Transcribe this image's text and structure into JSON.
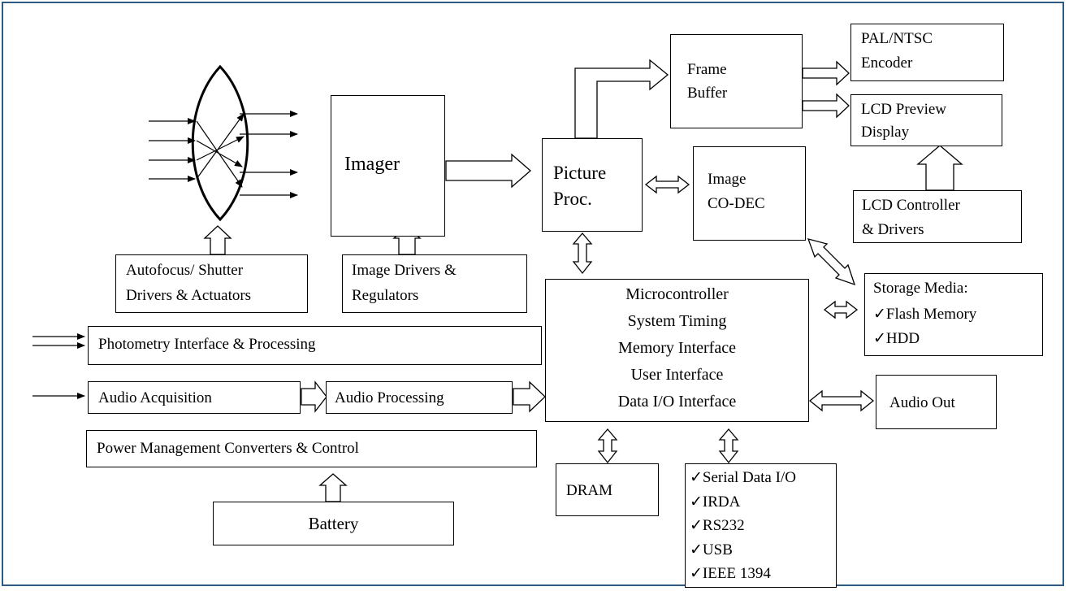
{
  "blocks": {
    "imager": "Imager",
    "picture_proc": [
      "Picture",
      "Proc."
    ],
    "frame_buffer": [
      "Frame",
      "Buffer"
    ],
    "pal_ntsc": [
      "PAL/NTSC",
      "Encoder"
    ],
    "lcd_preview": [
      "LCD  Preview",
      "Display"
    ],
    "image_codec": [
      "Image",
      "CO-DEC"
    ],
    "lcd_controller": [
      "LCD Controller",
      "& Drivers"
    ],
    "autofocus": [
      "Autofocus/ Shutter",
      "Drivers  & Actuators"
    ],
    "image_drivers": [
      "Image Drivers  &",
      "Regulators"
    ],
    "microcontroller": [
      "Microcontroller",
      "System Timing",
      "Memory Interface",
      "User Interface",
      "Data I/O Interface"
    ],
    "storage": [
      "Storage Media:",
      "✓Flash Memory",
      "✓HDD"
    ],
    "photometry": "Photometry  Interface & Processing",
    "audio_acq": "Audio  Acquisition",
    "audio_proc": "Audio Processing",
    "audio_out": "Audio Out",
    "power": "Power Management  Converters  & Control",
    "dram": "DRAM",
    "serial": [
      "✓Serial Data I/O",
      "✓IRDA",
      "✓RS232",
      "✓USB",
      "✓IEEE 1394"
    ],
    "battery": "Battery"
  },
  "colors": {
    "frame": "#2e5a86",
    "lines": "#000000"
  }
}
